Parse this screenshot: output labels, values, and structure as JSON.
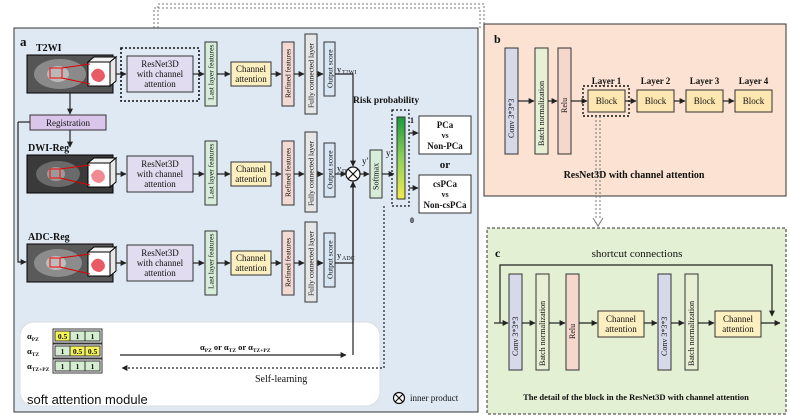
{
  "panel_a": {
    "label": "a",
    "modalities": [
      {
        "name": "T2WI",
        "y_label": "y",
        "y_sub": "T2WI"
      },
      {
        "name": "DWI-Reg",
        "y_label": "y",
        "y_sub": "DWI"
      },
      {
        "name": "ADC-Reg",
        "y_label": "y",
        "y_sub": "ADC"
      }
    ],
    "registration": "Registration",
    "resnet_line1": "ResNet3D",
    "resnet_line2": "with channel",
    "resnet_line3": "attention",
    "last_layer": "Last layer features",
    "channel_attention_1": "Channel",
    "channel_attention_2": "attention",
    "refined": "Refined features",
    "fc": "Fully connected layer",
    "output_score": "Output score",
    "softmax": "Softmax",
    "y_prime": "y'",
    "y": "y",
    "risk_title": "Risk probability",
    "risk_top": "1",
    "risk_bottom": "0",
    "task1": [
      "PCa",
      "vs",
      "Non-PCa"
    ],
    "or": "or",
    "task2": [
      "csPCa",
      "vs",
      "Non-csPCa"
    ],
    "soft_attention": {
      "title": "soft attention module",
      "rows": [
        {
          "label": "α",
          "sub": "PZ",
          "cells": [
            "0.5",
            "1",
            "1"
          ],
          "highlight": [
            0
          ]
        },
        {
          "label": "α",
          "sub": "TZ",
          "cells": [
            "1",
            "0.5",
            "0.5"
          ],
          "highlight": [
            1,
            2
          ]
        },
        {
          "label": "α",
          "sub": "TZ+PZ",
          "cells": [
            "1",
            "1",
            "1"
          ],
          "highlight": []
        }
      ],
      "alpha_caption": {
        "a1": "α",
        "s1": "PZ",
        "or1": " or ",
        "a2": "α",
        "s2": "TZ",
        "or2": " or ",
        "a3": "α",
        "s3": "TZ+PZ"
      },
      "self_learning": "Self-learning"
    },
    "inner_product_symbol": "⊗",
    "inner_product": "inner product"
  },
  "panel_b": {
    "label": "b",
    "conv": "Conv 3*3*3",
    "bn": "Batch normalization",
    "relu": "Relu",
    "layers": [
      "Layer 1",
      "Layer 2",
      "Layer 3",
      "Layer 4"
    ],
    "block": "Block",
    "caption": "ResNet3D with channel attention"
  },
  "panel_c": {
    "label": "c",
    "shortcut": "shortcut connections",
    "conv1": "Conv 3*3*3",
    "bn1": "Batch normalization",
    "relu": "Relu",
    "ca1_a": "Channel",
    "ca1_b": "attention",
    "conv2": "Conv 3*3*3",
    "bn2": "Batch normalization",
    "ca2_a": "Channel",
    "ca2_b": "attention",
    "caption": "The detail of the block in the ResNet3D with channel attention"
  },
  "colors": {
    "panel_a_bg": "#dfe9f4",
    "panel_b_bg": "#fbe2d2",
    "panel_c_bg": "#e3f0d4",
    "resnet_box": "#e1dcef",
    "registration": "#d9c6ea",
    "feature_bar": "#d7ecd9",
    "channel_att": "#fdf0c0",
    "refined_bar": "#f3d9d4",
    "fc_bar": "#e6e6e6",
    "output_bar": "#d8e6f3",
    "conv_bar": "#d5d9ea",
    "bn_bar": "#e7f0d5",
    "relu_bar": "#f6d7cc",
    "block": "#fde6b0",
    "cell_yellow": "#f5f35a",
    "cell_green": "#d4edd0"
  }
}
